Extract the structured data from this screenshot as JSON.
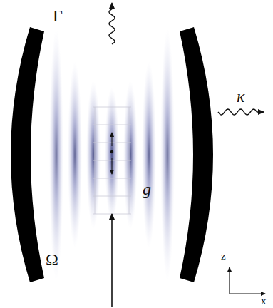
{
  "diagram": {
    "labels": [
      "Γ",
      "κ",
      "Ω",
      "g",
      "z",
      "x"
    ]
  }
}
